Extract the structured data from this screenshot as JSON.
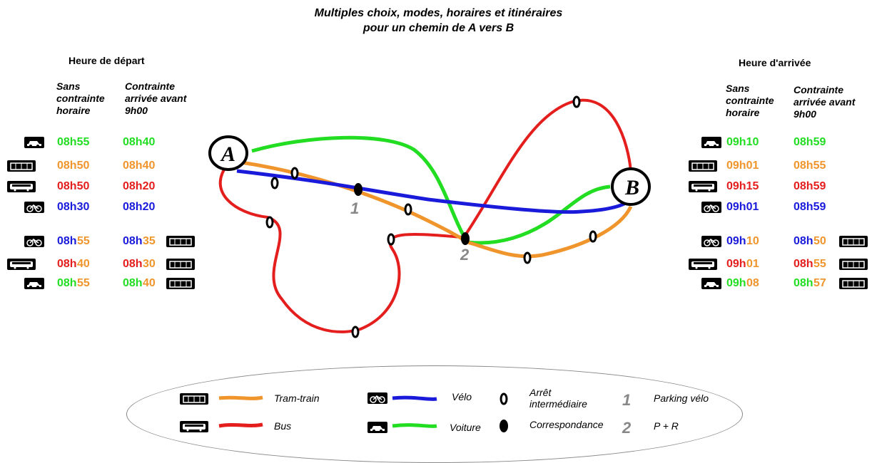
{
  "title": {
    "line1": "Multiples choix, modes, horaires et itinéraires",
    "line2": "pour un chemin de A vers B"
  },
  "departure": {
    "heading": "Heure de départ",
    "col1": "Sans\ncontrainte\nhoraire",
    "col2": "Contrainte\narrivée avant\n9h00"
  },
  "arrival": {
    "heading": "Heure d'arrivée",
    "col1": "Sans\ncontrainte\nhoraire",
    "col2": "Contrainte\narrivée avant\n9h00"
  },
  "colors": {
    "tram": "#f0952c",
    "bus": "#e41d1d",
    "velo": "#1a1adb",
    "voiture": "#22dd22",
    "gray": "#888888"
  },
  "dep_rows": [
    {
      "mode": "car-icon",
      "a": "08h55",
      "b": "08h40"
    },
    {
      "mode": "tram-icon",
      "a": "08h50",
      "b": "08h40"
    },
    {
      "mode": "bus-icon",
      "a": "08h50",
      "b": "08h20"
    },
    {
      "mode": "bike-icon",
      "a": "08h30",
      "b": "08h20"
    }
  ],
  "dep_multi": [
    {
      "mode": "bike-icon",
      "a1": "08h",
      "a2": "55",
      "b1": "08h",
      "b2": "35",
      "end": "tram-icon"
    },
    {
      "mode": "bus-icon",
      "a1": "08h",
      "a2": "40",
      "b1": "08h",
      "b2": "30",
      "end": "tram-icon"
    },
    {
      "mode": "car-icon",
      "a1": "08h",
      "a2": "55",
      "b1": "08h",
      "b2": "40",
      "end": "tram-icon"
    }
  ],
  "arr_rows": [
    {
      "mode": "car-icon",
      "a": "09h10",
      "b": "08h59"
    },
    {
      "mode": "tram-icon",
      "a": "09h01",
      "b": "08h55"
    },
    {
      "mode": "bus-icon",
      "a": "09h15",
      "b": "08h59"
    },
    {
      "mode": "bike-icon",
      "a": "09h01",
      "b": "08h59"
    }
  ],
  "arr_multi": [
    {
      "mode": "bike-icon",
      "a1": "09h",
      "a2": "10",
      "b1": "08h",
      "b2": "50",
      "end": "tram-icon"
    },
    {
      "mode": "bus-icon",
      "a1": "09h",
      "a2": "01",
      "b1": "08h",
      "b2": "55",
      "end": "tram-icon"
    },
    {
      "mode": "car-icon",
      "a1": "09h",
      "a2": "08",
      "b1": "08h",
      "b2": "57",
      "end": "tram-icon"
    }
  ],
  "points": {
    "a": "A",
    "b": "B",
    "one": "1",
    "two": "2"
  },
  "legend": {
    "tram": "Tram-train",
    "bus": "Bus",
    "velo": "Vélo",
    "voiture": "Voiture",
    "arret": "Arrêt\nintermédiaire",
    "correspondance": "Correspondance",
    "one": "1",
    "two": "2",
    "parking": "Parking vélo",
    "pr": "P + R"
  }
}
